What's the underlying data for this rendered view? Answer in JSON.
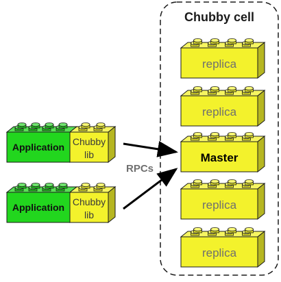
{
  "cell": {
    "title": "Chubby cell"
  },
  "connector": {
    "label": "RPCs"
  },
  "servers": [
    {
      "label": "replica",
      "role": "replica"
    },
    {
      "label": "replica",
      "role": "replica"
    },
    {
      "label": "Master",
      "role": "master"
    },
    {
      "label": "replica",
      "role": "replica"
    },
    {
      "label": "replica",
      "role": "replica"
    }
  ],
  "clients": [
    {
      "app_label": "Application",
      "lib_label_1": "Chubby",
      "lib_label_2": "lib"
    },
    {
      "app_label": "Application",
      "lib_label_1": "Chubby",
      "lib_label_2": "lib"
    }
  ],
  "colors": {
    "app_green": "#22d61e",
    "lib_yellow": "#f3f22c",
    "text_dark": "#3a3a3a",
    "label_gray": "#6f6f6f",
    "border": "#1a1a1a"
  }
}
